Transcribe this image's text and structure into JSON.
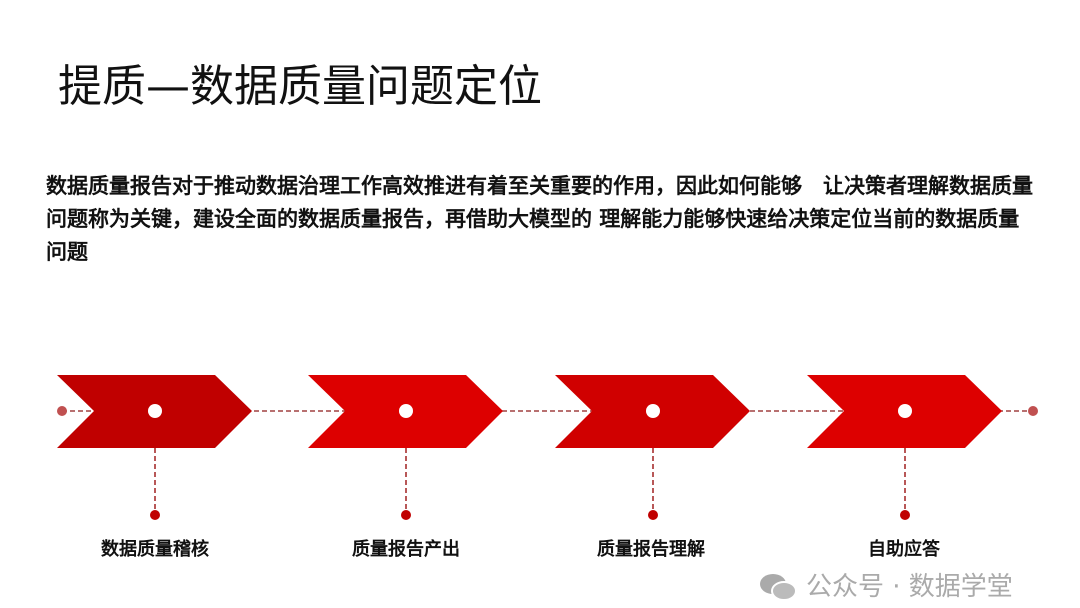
{
  "title": "提质—数据质量问题定位",
  "paragraph": "数据质量报告对于推动数据治理工作高效推进有着至关重要的作用，因此如何能够　让决策者理解数据质量问题称为关键，建设全面的数据质量报告，再借助大模型的 理解能力能够快速给决策定位当前的数据质量问题",
  "steps": [
    {
      "label": "数据质量稽核",
      "color": "#c00000"
    },
    {
      "label": "质量报告产出",
      "color": "#dd0000"
    },
    {
      "label": "质量报告理解",
      "color": "#d00000"
    },
    {
      "label": "自助应答",
      "color": "#dd0000"
    }
  ],
  "watermark": {
    "icon": "wechat-icon",
    "text": "公众号 · 数据学堂"
  }
}
